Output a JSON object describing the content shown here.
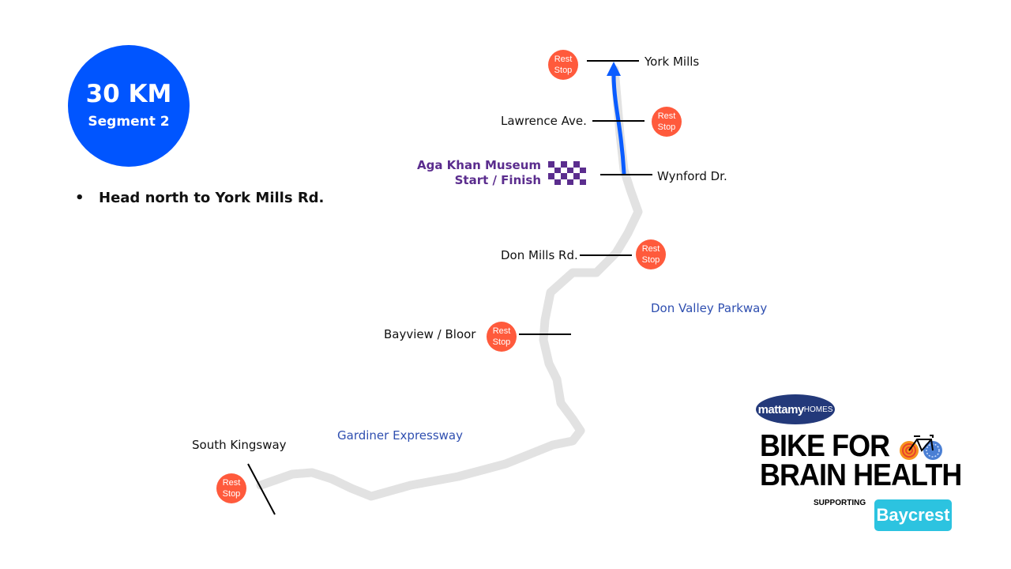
{
  "badge": {
    "distance": "30 KM",
    "segment": "Segment 2",
    "color": "#0055ff"
  },
  "instructions": [
    {
      "bullet": "•",
      "text": "Head north to York Mills Rd."
    }
  ],
  "start_finish": {
    "line1": "Aga Khan Museum",
    "line2": "Start / Finish",
    "color": "#5b2d8e"
  },
  "landmarks": {
    "york_mills": "York Mills",
    "lawrence": "Lawrence Ave.",
    "wynford": "Wynford Dr.",
    "don_mills": "Don Mills Rd.",
    "bayview": "Bayview / Bloor",
    "south_kingsway": "South Kingsway"
  },
  "roads": {
    "dvp": "Don Valley Parkway",
    "gardiner": "Gardiner Expressway"
  },
  "rest_stop": {
    "line1": "Rest",
    "line2": "Stop",
    "color": "#ff5a3c"
  },
  "route": {
    "active_color": "#0a5cff",
    "inactive_color": "#e2e2e2"
  },
  "sponsor": {
    "mattamy_bold": "mattamy",
    "mattamy_light": "HOMES",
    "event_line1": "BIKE FOR",
    "event_line2": "BRAIN HEALTH",
    "supporting": "SUPPORTING",
    "beneficiary": "Baycrest"
  }
}
